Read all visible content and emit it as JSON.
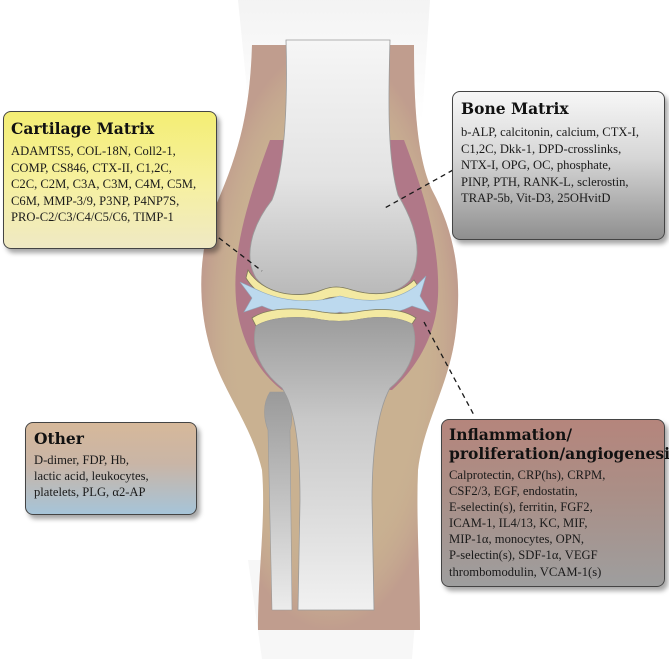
{
  "boxes": {
    "cartilage": {
      "title": "Cartilage Matrix",
      "lines": [
        "ADAMTS5, COL-18N, Coll2-1,",
        "COMP, CS846, CTX-II, C1,2C,",
        "C2C, C2M, C3A, C3M, C4M, C5M,",
        "C6M, MMP-3/9, P3NP, P4NP7S,",
        "PRO-C2/C3/C4/C5/C6, TIMP-1"
      ],
      "color": "#f4ee74"
    },
    "bone": {
      "title": "Bone Matrix",
      "lines": [
        "b-ALP, calcitonin, calcium, CTX-I,",
        "C1,2C, Dkk-1, DPD-crosslinks,",
        "NTX-I, OPG, OC, phosphate,",
        "PINP, PTH, RANK-L, sclerostin,",
        "TRAP-5b, Vit-D3, 25OHvitD"
      ],
      "color": "#d6d6d6"
    },
    "other": {
      "title": "Other",
      "lines": [
        "D-dimer, FDP, Hb,",
        "lactic acid, leukocytes,",
        "platelets, PLG, α2-AP"
      ],
      "color": "#c9b5a6"
    },
    "inflammation": {
      "title_lines": [
        "Inflammation/",
        "proliferation/angiogenesis"
      ],
      "lines": [
        "Calprotectin, CRP(hs), CRPM,",
        "CSF2/3, EGF, endostatin,",
        "E-selectin(s), ferritin, FGF2,",
        "ICAM-1, IL4/13, KC, MIF,",
        "MIP-1α, monocytes, OPN,",
        "P-selectin(s), SDF-1α, VEGF",
        "thrombomodulin, VCAM-1(s)"
      ],
      "color": "#b5857c"
    }
  },
  "colors": {
    "skin": "#c9b191",
    "synovium": "#b07888",
    "cartilage": "#f3e9a2",
    "synovial_fluid": "#bcd9ee",
    "bone_light": "#ececec",
    "bone_dark": "#9a9a9a"
  }
}
